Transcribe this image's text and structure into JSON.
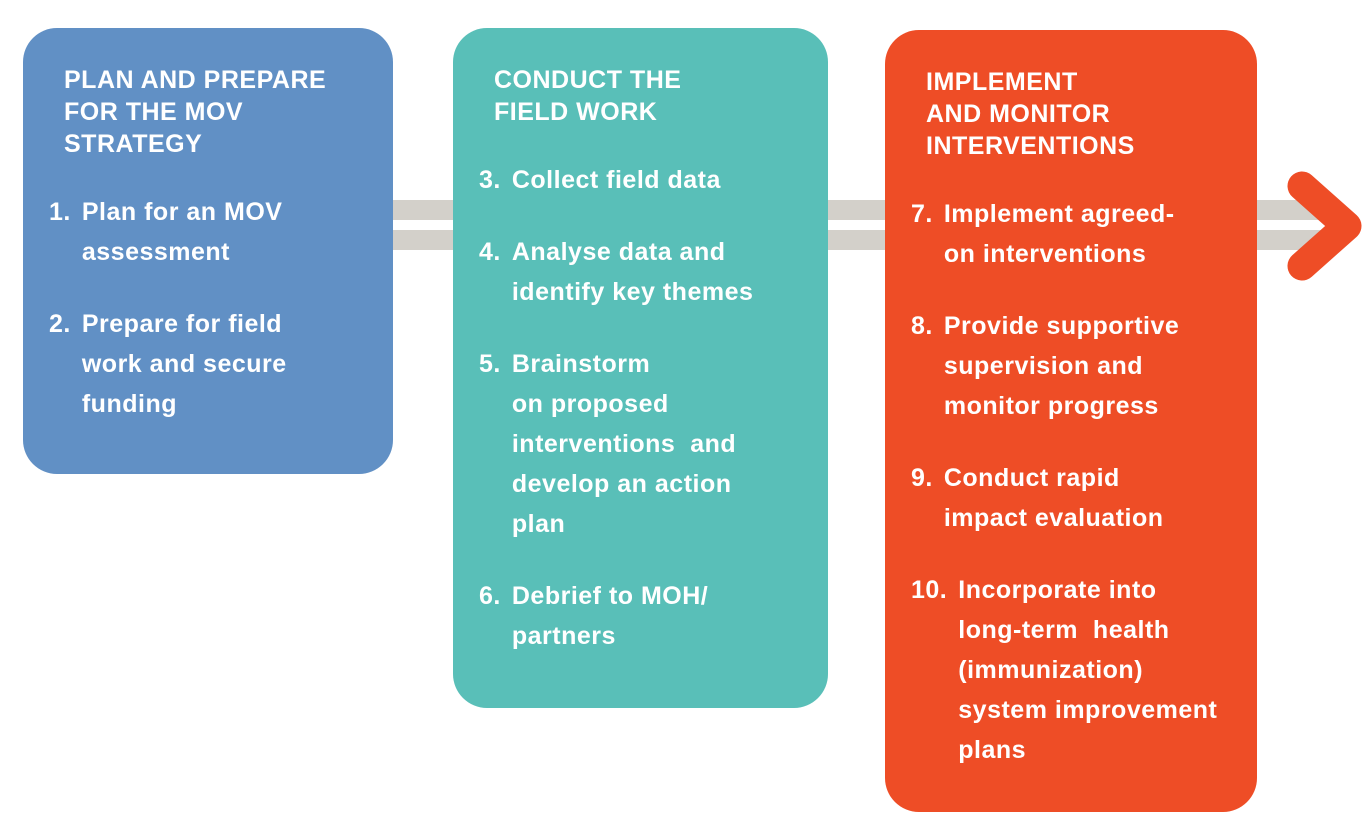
{
  "diagram": {
    "name": "MOV strategy process flow",
    "background_color": "#ffffff",
    "text_color": "#ffffff"
  },
  "arrow": {
    "shaft_color": "#d3d0ca",
    "head_color": "#ee4d26"
  },
  "cards": [
    {
      "id": "plan-and-prepare",
      "color": "#6190c5",
      "title": "PLAN AND PREPARE\nFOR THE MOV\nSTRATEGY",
      "items": [
        {
          "num": "1.",
          "text": "Plan for an MOV\nassessment"
        },
        {
          "num": "2.",
          "text": "Prepare for field\nwork and secure\nfunding"
        }
      ]
    },
    {
      "id": "conduct-field-work",
      "color": "#59bfb8",
      "title": "CONDUCT THE\nFIELD WORK",
      "items": [
        {
          "num": "3.",
          "text": "Collect field data"
        },
        {
          "num": "4.",
          "text": "Analyse data and\nidentify key themes"
        },
        {
          "num": "5.",
          "text": "Brainstorm\non proposed\ninterventions  and\ndevelop an action\nplan"
        },
        {
          "num": "6.",
          "text": "Debrief to MOH/\npartners"
        }
      ]
    },
    {
      "id": "implement-and-monitor",
      "color": "#ee4d26",
      "title": "IMPLEMENT\nAND MONITOR\nINTERVENTIONS",
      "items": [
        {
          "num": "7.",
          "text": "Implement agreed-\non interventions"
        },
        {
          "num": "8.",
          "text": "Provide supportive\nsupervision and\nmonitor progress"
        },
        {
          "num": "9.",
          "text": "Conduct rapid\nimpact evaluation"
        },
        {
          "num": "10.",
          "text": "Incorporate into\nlong-term  health\n(immunization)\nsystem improvement\nplans"
        }
      ]
    }
  ]
}
